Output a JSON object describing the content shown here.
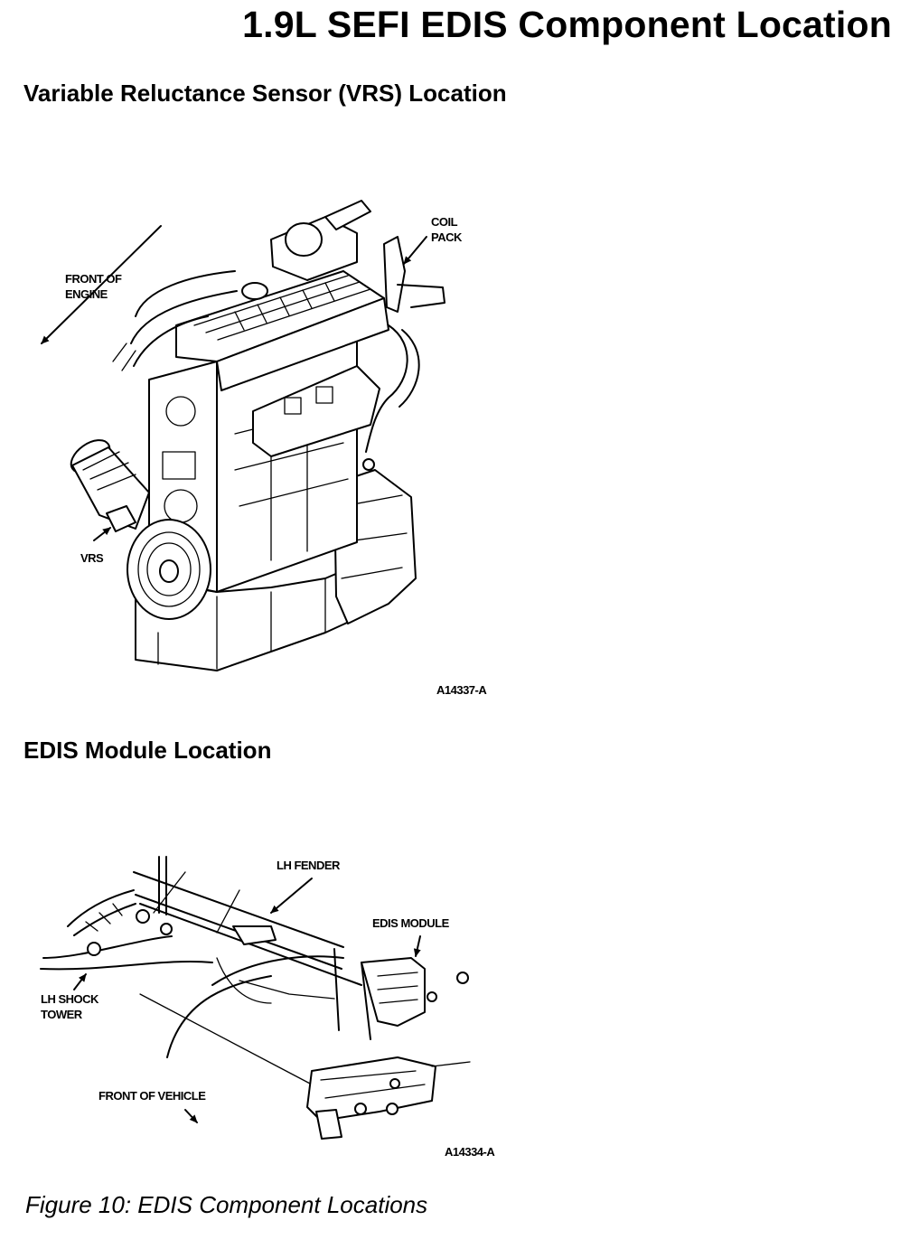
{
  "title": "1.9L SEFI EDIS Component Location",
  "sections": {
    "vrs": {
      "heading": "Variable Reluctance Sensor (VRS) Location",
      "labels": {
        "front_of_engine_1": "FRONT OF",
        "front_of_engine_2": "ENGINE",
        "coil_pack_1": "COIL",
        "coil_pack_2": "PACK",
        "vrs": "VRS",
        "figure_code": "A14337-A"
      }
    },
    "edis": {
      "heading": "EDIS Module Location",
      "labels": {
        "lh_fender": "LH FENDER",
        "edis_module": "EDIS MODULE",
        "lh_shock_tower_1": "LH SHOCK",
        "lh_shock_tower_2": "TOWER",
        "front_of_vehicle": "FRONT OF VEHICLE",
        "figure_code": "A14334-A"
      }
    }
  },
  "caption": "Figure 10: EDIS Component Locations"
}
